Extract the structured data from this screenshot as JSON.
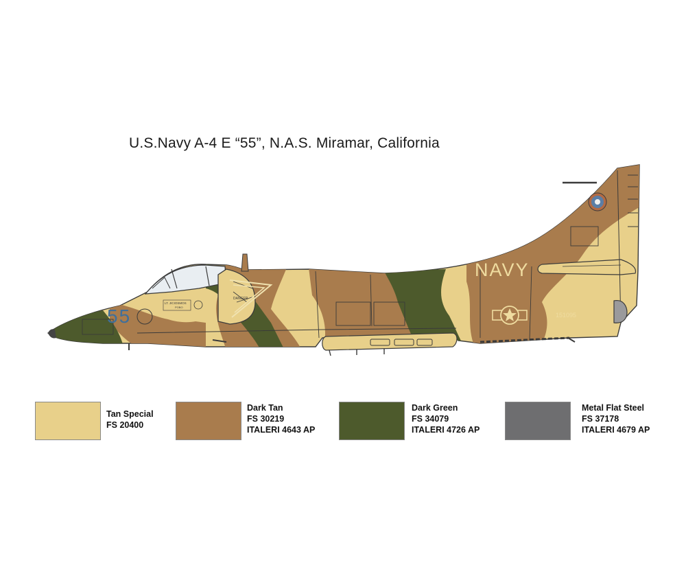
{
  "title": "U.S.Navy A-4 E “55”, N.A.S. Miramar, California",
  "aircraft": {
    "side_number": "55",
    "service_text": "NAVY",
    "serial": "151095",
    "pilot_name": "LT. JICIOSMOS",
    "pilot_sub": "POBO",
    "danger": "DANGER"
  },
  "colors": [
    {
      "name": "Tan Special",
      "code": "FS 20400",
      "italeri": "",
      "hex": "#e8d08a"
    },
    {
      "name": "Dark Tan",
      "code": "FS 30219",
      "italeri": "ITALERI 4643 AP",
      "hex": "#a97c4d"
    },
    {
      "name": "Dark Green",
      "code": "FS 34079",
      "italeri": "ITALERI 4726 AP",
      "hex": "#4d5a2c"
    },
    {
      "name": "Metal Flat Steel",
      "code": "FS 37178",
      "italeri": "ITALERI 4679 AP",
      "hex": "#6e6e70"
    }
  ]
}
